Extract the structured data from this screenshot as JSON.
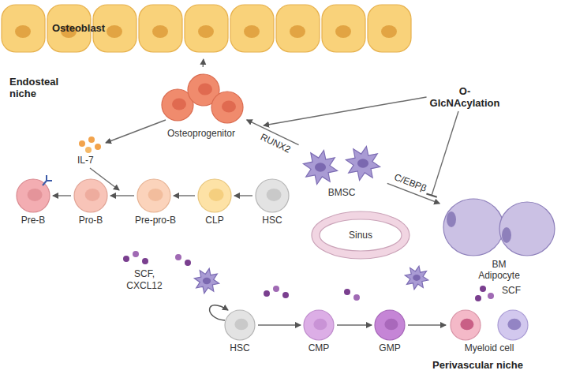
{
  "diagram": {
    "nodes": [
      {
        "text": [
          "Osteoblast"
        ]
      },
      {
        "text": [
          "Osteoprogenitor"
        ]
      },
      {
        "text": [
          "Pre-B"
        ]
      },
      {
        "text": [
          "Pro-B"
        ]
      },
      {
        "text": [
          "Pre-pro-B"
        ]
      },
      {
        "text": [
          "CLP"
        ]
      },
      {
        "text": [
          "HSC"
        ]
      },
      {
        "text": [
          "BMSC"
        ]
      },
      {
        "text": [
          "Sinus"
        ]
      },
      {
        "text": [
          "BM Adipocyte"
        ]
      },
      {
        "text": [
          "HSC"
        ]
      },
      {
        "text": [
          "CMP"
        ]
      },
      {
        "text": [
          "GMP"
        ]
      },
      {
        "text": [
          "Myeloid cell"
        ]
      }
    ],
    "edges": [
      {
        "from": 1,
        "to": 0,
        "arrow": "to"
      },
      {
        "from": 3,
        "to": 2,
        "arrow": "to"
      },
      {
        "from": 4,
        "to": 3,
        "arrow": "to"
      },
      {
        "from": 5,
        "to": 4,
        "arrow": "to"
      },
      {
        "from": 6,
        "to": 5,
        "arrow": "to"
      },
      {
        "from": 7,
        "to": 1,
        "label": "RUNX2",
        "arrow": "to"
      },
      {
        "from": 7,
        "to": 9,
        "label": "C/EBPβ",
        "arrow": "to"
      },
      {
        "from": 10,
        "to": 11,
        "arrow": "to"
      },
      {
        "from": 11,
        "to": 12,
        "arrow": "to"
      },
      {
        "from": 12,
        "to": 13,
        "arrow": "to"
      }
    ],
    "labels": [
      "Endosteal niche",
      "IL-7",
      "O-GlcNAcylation",
      "SCF, CXCL12",
      "SCF",
      "Perivascular niche"
    ]
  }
}
